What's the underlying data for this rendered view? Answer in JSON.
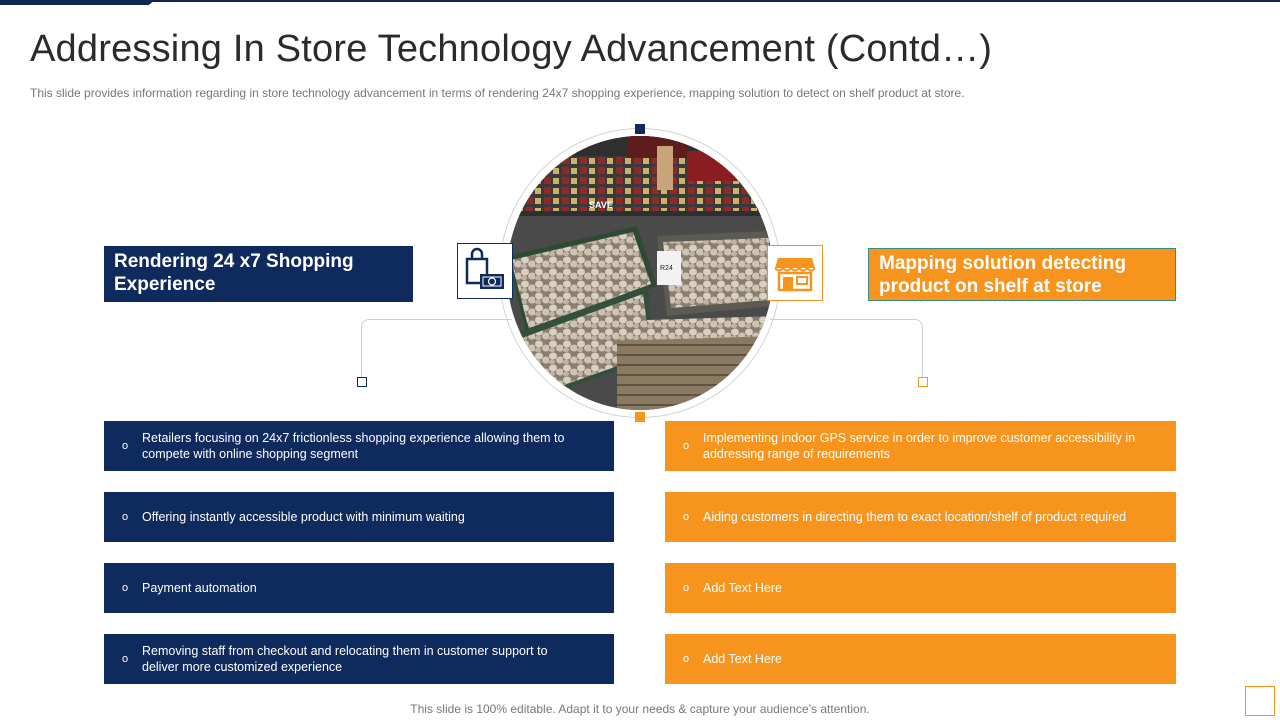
{
  "slide": {
    "title": "Addressing In Store Technology Advancement (Contd…)",
    "subtitle": "This slide provides  information  regarding  in store technology advancement  in terms of rendering  24x7 shopping  experience,  mapping solution to detect on shelf product at store.",
    "footer": "This slide is 100% editable. Adapt it to your needs & capture your audience’s attention."
  },
  "colors": {
    "navy": "#0f2a5c",
    "orange": "#f7941d"
  },
  "left": {
    "heading": "Rendering 24 x7 Shopping Experience",
    "icon": "shopping-bag-money-icon",
    "bullet_marker": "o",
    "bullets": [
      "Retailers focusing on 24x7 frictionless shopping experience allowing them to compete with online shopping segment",
      "Offering  instantly accessible product with minimum waiting",
      "Payment automation",
      "Removing  staff from checkout and relocating them in customer support to deliver  more customized experience"
    ]
  },
  "right": {
    "heading": "Mapping solution detecting product on shelf at store",
    "icon": "storefront-icon",
    "bullet_marker": "o",
    "bullets": [
      "Implementing  indoor  GPS service  in order to improve  customer accessibility in addressing range  of requirements",
      "Aiding customers in directing them to exact location/shelf of product required",
      "Add Text Here",
      "Add Text Here"
    ]
  },
  "center_image": {
    "description_icon": "supermarket-photo-icon",
    "visible_text": [
      "SAVE",
      "R24"
    ]
  }
}
